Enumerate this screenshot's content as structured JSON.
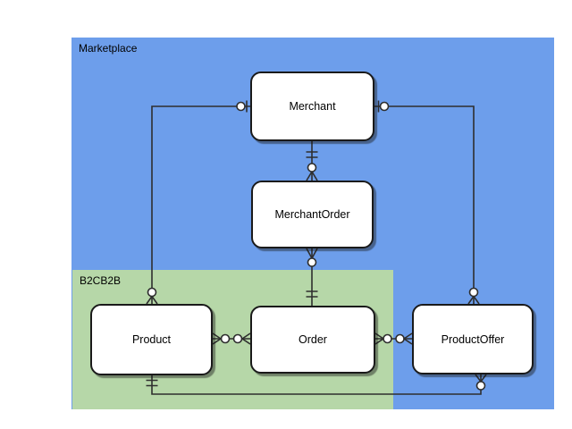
{
  "diagram_type": "entity-relationship-diagram",
  "containers": {
    "marketplace": {
      "label": "Marketplace",
      "fill": "#6d9eeb"
    },
    "b2cb2b": {
      "label": "B2CB2B",
      "fill": "#b6d7a8"
    }
  },
  "entities": {
    "merchant": {
      "label": "Merchant",
      "container": "Marketplace"
    },
    "merchant_order": {
      "label": "MerchantOrder",
      "container": "Marketplace"
    },
    "product": {
      "label": "Product",
      "container": "B2CB2B"
    },
    "order": {
      "label": "Order",
      "container": "B2CB2B"
    },
    "product_offer": {
      "label": "ProductOffer",
      "container": "Marketplace"
    }
  },
  "relationships": [
    {
      "from": "Merchant",
      "to": "Product",
      "from_cardinality": "zero-or-one",
      "to_cardinality": "zero-or-many"
    },
    {
      "from": "Merchant",
      "to": "ProductOffer",
      "from_cardinality": "zero-or-one",
      "to_cardinality": "zero-or-many"
    },
    {
      "from": "Merchant",
      "to": "MerchantOrder",
      "from_cardinality": "exactly-one",
      "to_cardinality": "zero-or-many"
    },
    {
      "from": "MerchantOrder",
      "to": "Order",
      "from_cardinality": "zero-or-many",
      "to_cardinality": "exactly-one"
    },
    {
      "from": "Product",
      "to": "Order",
      "from_cardinality": "zero-or-many",
      "to_cardinality": "zero-or-many"
    },
    {
      "from": "Order",
      "to": "ProductOffer",
      "from_cardinality": "zero-or-many",
      "to_cardinality": "zero-or-many"
    },
    {
      "from": "Product",
      "to": "ProductOffer",
      "from_cardinality": "exactly-one",
      "to_cardinality": "zero-or-many"
    }
  ],
  "colors": {
    "canvas_background": "#ffffff",
    "marketplace_fill": "#6d9eeb",
    "b2cb2b_fill": "#b6d7a8",
    "entity_fill": "#ffffff",
    "entity_border": "#1a1a1a",
    "connector_line": "#2e2e2e",
    "label_text": "#000000"
  }
}
